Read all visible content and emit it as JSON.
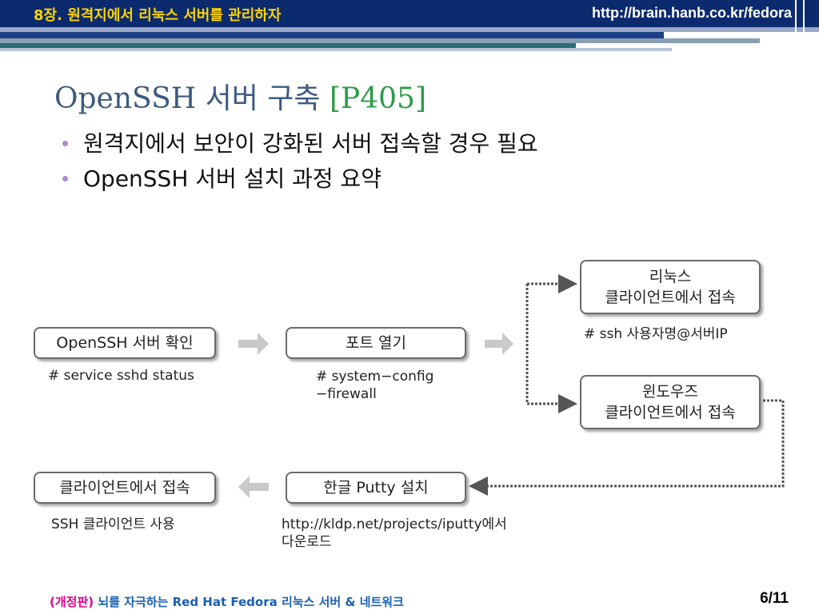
{
  "header": {
    "chapter_title": "8장. 원격지에서 리눅스 서버를 관리하자",
    "url": "http://brain.hanb.co.kr/fedora"
  },
  "slide": {
    "title": "OpenSSH 서버 구축",
    "title_ref": "[P405]",
    "bullets": [
      "원격지에서 보안이 강화된 서버 접속할 경우 필요",
      "OpenSSH 서버 설치 과정 요약"
    ]
  },
  "diagram": {
    "step1": {
      "label": "OpenSSH 서버 확인",
      "note": "# service sshd status"
    },
    "step2": {
      "label": "포트 열기",
      "note_line1": "# system−config",
      "note_line2": "−firewall"
    },
    "linux": {
      "line1": "리눅스",
      "line2": "클라이언트에서 접속",
      "note": "# ssh 사용자명@서버IP"
    },
    "windows": {
      "line1": "윈도우즈",
      "line2": "클라이언트에서 접속"
    },
    "putty": {
      "label": "한글 Putty 설치",
      "note_line1": "http://kldp.net/projects/iputty에서",
      "note_line2": "다운로드"
    },
    "client": {
      "label": "클라이언트에서 접속",
      "note": "SSH 클라이언트 사용"
    }
  },
  "footer": {
    "edition": "(개정판)",
    "book_title": "뇌를 자극하는 Red Hat Fedora 리눅스 서버 & 네트워크",
    "page": "6/11"
  },
  "colors": {
    "header_bg": "#0c2a6e",
    "header_title": "#ffd400",
    "title_text": "#3d5a80",
    "title_ref": "#2e9b47",
    "bullet_dot": "#b38ad0",
    "footer_text": "#1a5fb4",
    "footer_edition": "#e0008c"
  }
}
